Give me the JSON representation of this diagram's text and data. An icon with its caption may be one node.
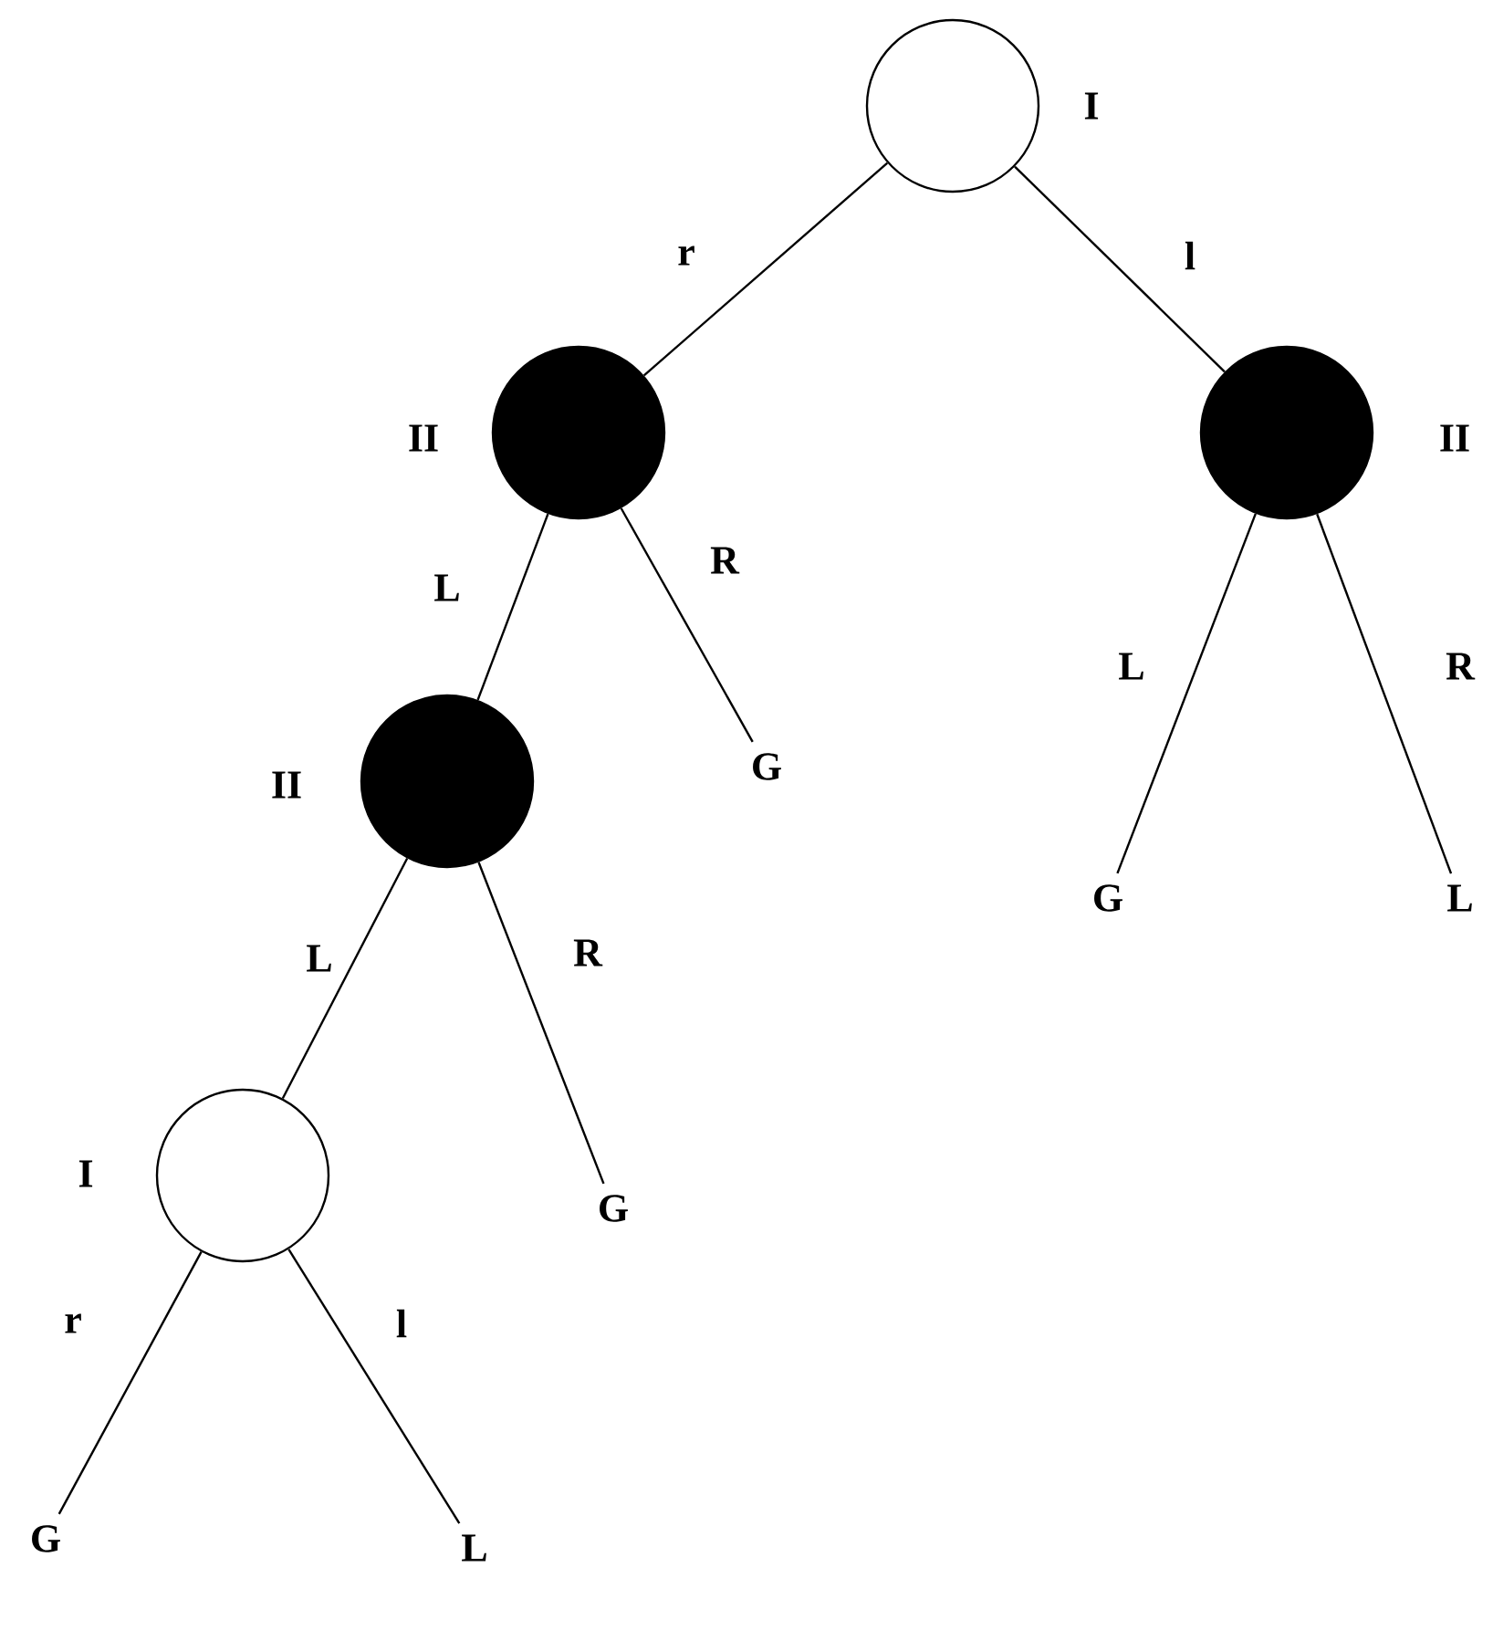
{
  "diagram": {
    "nodes": [
      {
        "text": [],
        "shape": "circle",
        "beside": [
          "I"
        ]
      },
      {
        "text": [],
        "shape": "disc",
        "beside": [
          "II"
        ]
      },
      {
        "text": [],
        "shape": "disc",
        "beside": [
          "II"
        ]
      },
      {
        "text": [],
        "shape": "disc",
        "beside": [
          "II"
        ]
      },
      {
        "text": [
          "G"
        ]
      },
      {
        "text": [
          "G"
        ]
      },
      {
        "text": [
          "L"
        ]
      },
      {
        "text": [],
        "shape": "circle",
        "beside": [
          "I"
        ]
      },
      {
        "text": [
          "G"
        ]
      },
      {
        "text": [
          "G"
        ]
      },
      {
        "text": [
          "L"
        ]
      }
    ],
    "edges": [
      {
        "from": 0,
        "to": 1,
        "arrow": "none",
        "label": "r"
      },
      {
        "from": 0,
        "to": 2,
        "arrow": "none",
        "label": "l"
      },
      {
        "from": 1,
        "to": 3,
        "arrow": "none",
        "label": "L"
      },
      {
        "from": 1,
        "to": 4,
        "arrow": "none",
        "label": "R"
      },
      {
        "from": 2,
        "to": 5,
        "arrow": "none",
        "label": "L"
      },
      {
        "from": 2,
        "to": 6,
        "arrow": "none",
        "label": "R"
      },
      {
        "from": 3,
        "to": 7,
        "arrow": "none",
        "label": "L"
      },
      {
        "from": 3,
        "to": 8,
        "arrow": "none",
        "label": "R"
      },
      {
        "from": 7,
        "to": 9,
        "arrow": "none",
        "label": "r"
      },
      {
        "from": 7,
        "to": 10,
        "arrow": "none",
        "label": "l"
      }
    ]
  }
}
